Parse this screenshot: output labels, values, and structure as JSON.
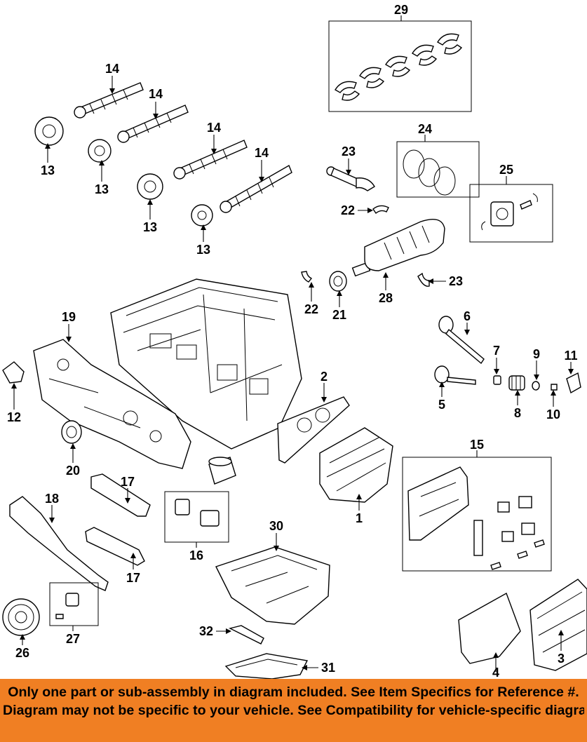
{
  "callouts": {
    "c29": "29",
    "c14a": "14",
    "c14b": "14",
    "c14c": "14",
    "c14d": "14",
    "c13a": "13",
    "c13b": "13",
    "c13c": "13",
    "c13d": "13",
    "c24": "24",
    "c23a": "23",
    "c25": "25",
    "c22a": "22",
    "c22b": "22",
    "c21": "21",
    "c28": "28",
    "c23b": "23",
    "c19": "19",
    "c6": "6",
    "c7": "7",
    "c9": "9",
    "c11": "11",
    "c2": "2",
    "c5": "5",
    "c8": "8",
    "c10": "10",
    "c12": "12",
    "c15": "15",
    "c20": "20",
    "c17a": "17",
    "c18": "18",
    "c1": "1",
    "c30": "30",
    "c16": "16",
    "c17b": "17",
    "c27": "27",
    "c32": "32",
    "c26": "26",
    "c4": "4",
    "c3": "3",
    "c31": "31"
  },
  "banner": {
    "line1": "Only one part or sub-assembly in diagram included. See Item Specifics for Reference #.",
    "line2": "Diagram may not be specific to your vehicle. See Compatibility for vehicle-specific diagrams."
  },
  "colors": {
    "banner_bg": "#f07f23",
    "ink": "#000000",
    "paper": "#ffffff"
  }
}
